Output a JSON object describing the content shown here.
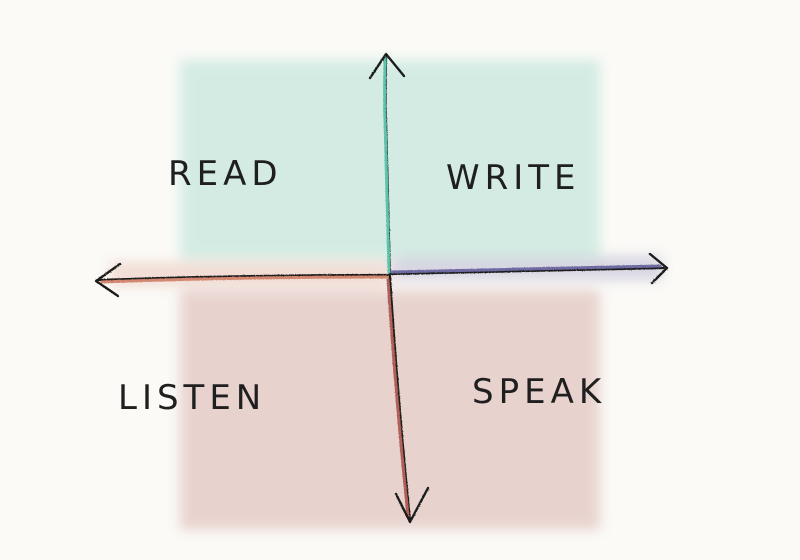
{
  "quadrants": {
    "top_left": "READ",
    "top_right": "WRITE",
    "bottom_left": "LISTEN",
    "bottom_right": "SPEAK"
  },
  "colors": {
    "paper": "#fbfaf7",
    "ink": "#1f1f1f",
    "up_axis_shading": "#5fc2aa",
    "left_axis_shading": "#d48770",
    "right_axis_shading": "#6e6aa2",
    "down_axis_shading": "#b06058"
  }
}
